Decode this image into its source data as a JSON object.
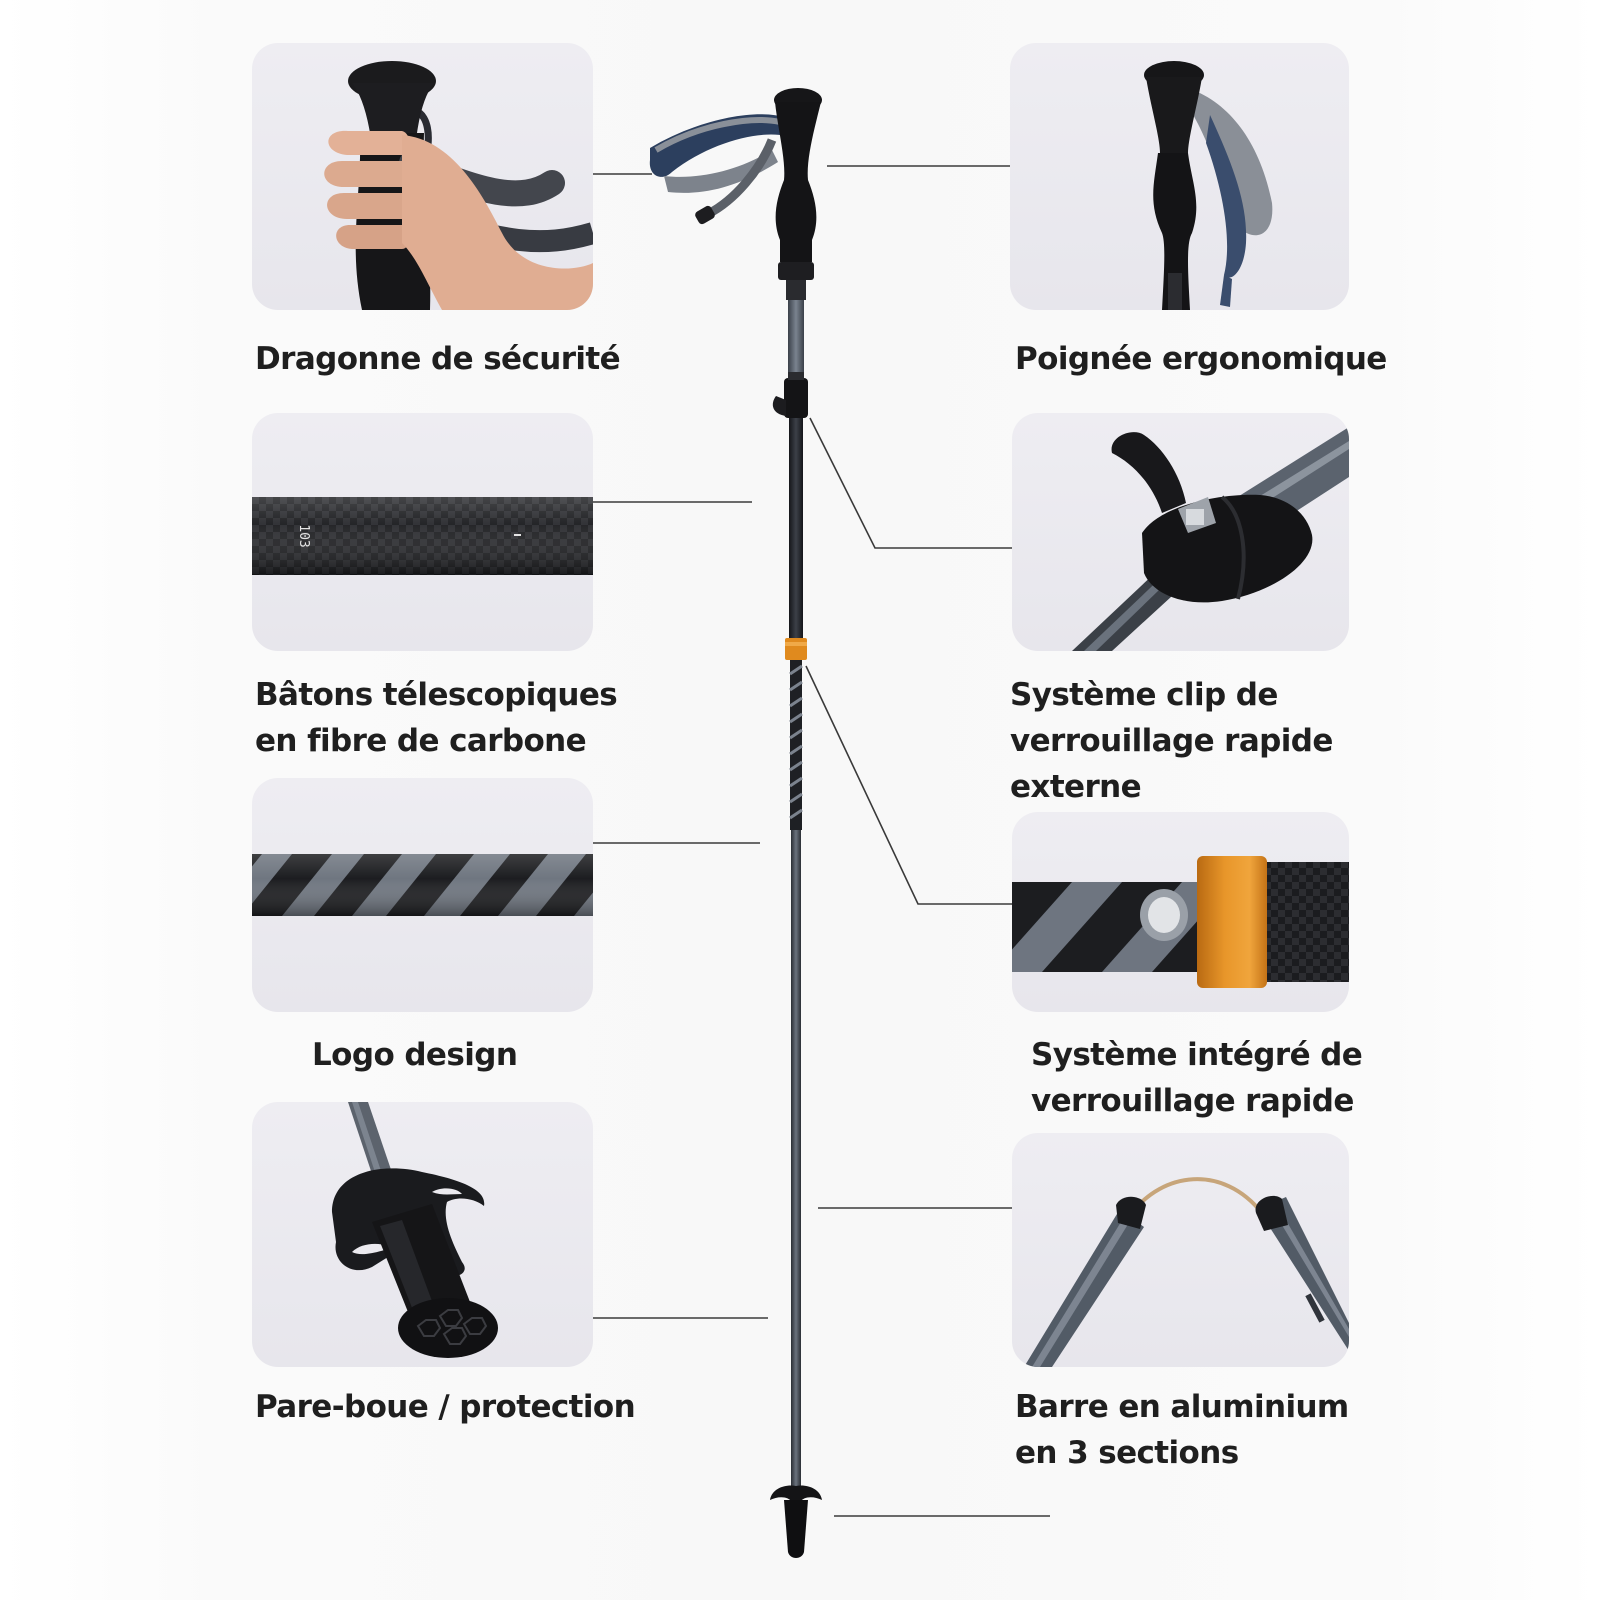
{
  "features": {
    "wrist_strap": {
      "label": "Dragonne de sécurité",
      "icon": "wrist-strap-icon"
    },
    "grip": {
      "label": "Poignée ergonomique",
      "icon": "ergonomic-grip-icon"
    },
    "carbon": {
      "line1": "Bâtons télescopiques",
      "line2": "en fibre de carbone",
      "icon": "carbon-tube-icon",
      "tube_marking": "103"
    },
    "external_clip": {
      "line1": "Système clip de",
      "line2": "verrouillage rapide",
      "line3": "externe",
      "icon": "flip-lock-icon"
    },
    "logo": {
      "label": "Logo design",
      "icon": "striped-tube-icon"
    },
    "integrated_lock": {
      "line1": "Système intégré de",
      "line2": "verrouillage rapide",
      "icon": "push-button-lock-icon"
    },
    "mud_guard": {
      "label": "Pare-boue / protection",
      "icon": "basket-tip-icon"
    },
    "aluminium": {
      "line1": "Barre en aluminium",
      "line2": "en 3 sections",
      "icon": "folding-bar-icon"
    }
  },
  "colors": {
    "panel_bg": "#ebeaef",
    "text": "#1f1f1f",
    "accent_orange": "#e08a1e",
    "shaft_dark": "#2b2f36",
    "shaft_grey": "#5d6570",
    "strap_blue": "#2c3f5e"
  }
}
